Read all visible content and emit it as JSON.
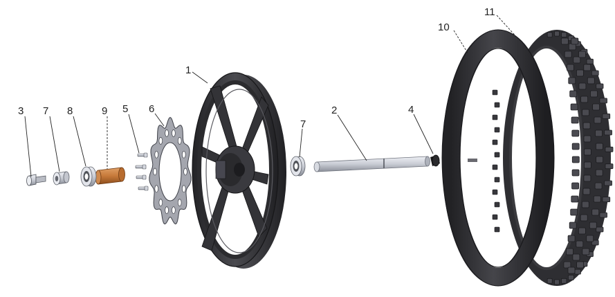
{
  "callouts": {
    "c1": "1",
    "c2": "2",
    "c3": "3",
    "c4": "4",
    "c5": "5",
    "c6": "6",
    "c7a": "7",
    "c7b": "7",
    "c8": "8",
    "c9": "9",
    "c10": "10",
    "c11": "11"
  },
  "colors": {
    "background": "#ffffff",
    "wheel_dark": "#2b2b2e",
    "wheel_mid": "#3c3c40",
    "wheel_light": "#55555a",
    "metal": "#c9ccd4",
    "metal_dark": "#8b8f99",
    "spacer_orange": "#c77a3a",
    "rotor": "#8e9099",
    "tube": "#2f2f33",
    "tire": "#37373b"
  },
  "parts": [
    {
      "callout": "1",
      "icon": "rim-wheel"
    },
    {
      "callout": "2",
      "icon": "axle-shaft"
    },
    {
      "callout": "3",
      "icon": "axle-bolt"
    },
    {
      "callout": "4",
      "icon": "axle-nut"
    },
    {
      "callout": "5",
      "icon": "rotor-bolt"
    },
    {
      "callout": "6",
      "icon": "brake-rotor"
    },
    {
      "callout": "7",
      "icon": "bearing"
    },
    {
      "callout": "8",
      "icon": "bearing"
    },
    {
      "callout": "9",
      "icon": "spacer-sleeve"
    },
    {
      "callout": "10",
      "icon": "inner-tube"
    },
    {
      "callout": "11",
      "icon": "knobby-tire"
    }
  ]
}
